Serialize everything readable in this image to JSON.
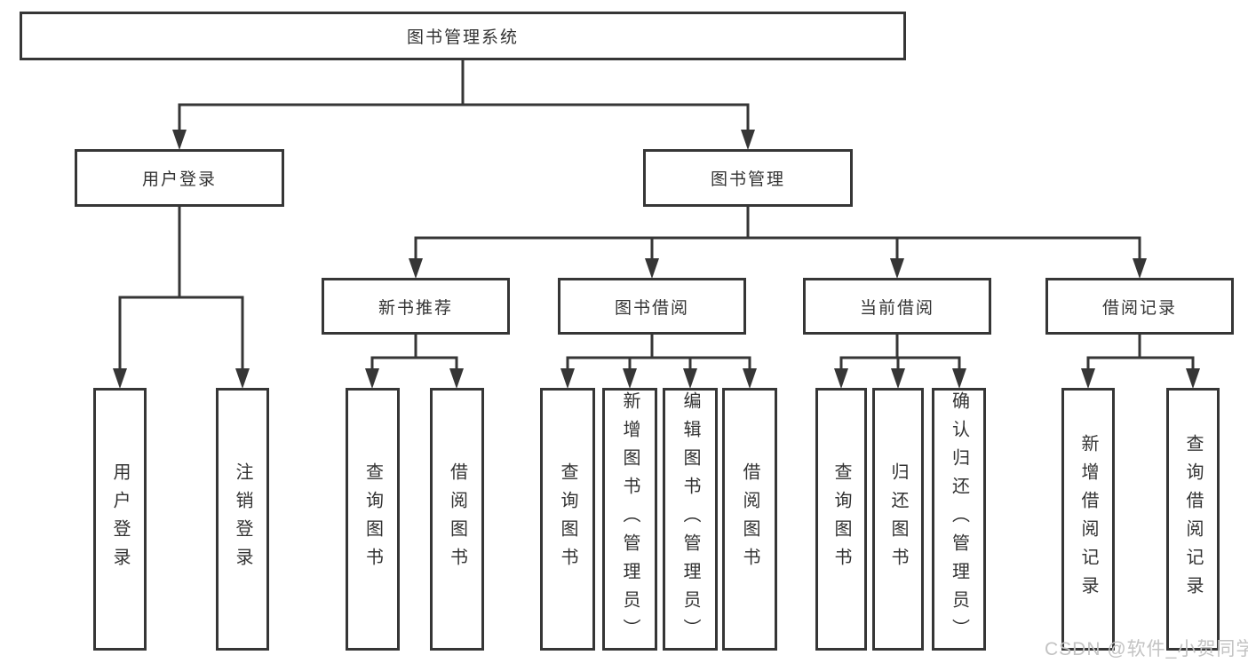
{
  "tree": {
    "label": "图书管理系统",
    "children": [
      {
        "label": "用户登录",
        "children": [
          {
            "label": "用户登录"
          },
          {
            "label": "注销登录"
          }
        ]
      },
      {
        "label": "图书管理",
        "children": [
          {
            "label": "新书推荐",
            "children": [
              {
                "label": "查询图书"
              },
              {
                "label": "借阅图书"
              }
            ]
          },
          {
            "label": "图书借阅",
            "children": [
              {
                "label": "查询图书"
              },
              {
                "label": "新增图书（管理员）"
              },
              {
                "label": "编辑图书（管理员）"
              },
              {
                "label": "借阅图书"
              }
            ]
          },
          {
            "label": "当前借阅",
            "children": [
              {
                "label": "查询图书"
              },
              {
                "label": "归还图书"
              },
              {
                "label": "确认归还（管理员）"
              }
            ]
          },
          {
            "label": "借阅记录",
            "children": [
              {
                "label": "新增借阅记录"
              },
              {
                "label": "查询借阅记录"
              }
            ]
          }
        ]
      }
    ]
  },
  "watermark": {
    "text": "CSDN @软件_小贺同学"
  },
  "colors": {
    "line": "#363636",
    "node_border": "#363636",
    "node_background": "#ffffff",
    "text": "#333333",
    "watermark": "#c3c3c3",
    "page_background": "#ffffff"
  }
}
